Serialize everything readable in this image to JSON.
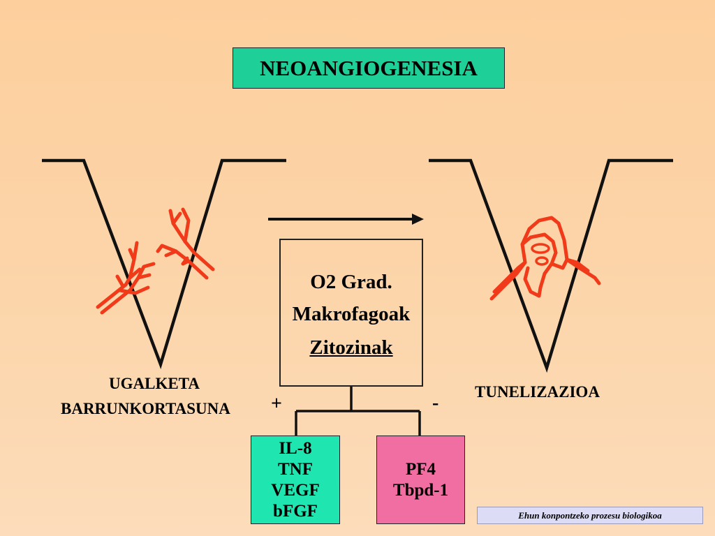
{
  "title": "NEOANGIOGENESIA",
  "factors": {
    "line1": "O2 Grad.",
    "line2": "Makrofagoak",
    "line3": "Zitozinak"
  },
  "left_label": {
    "line1": "UGALKETA",
    "line2": "BARRUNKORTASUNA"
  },
  "right_label": "TUNELIZAZIOA",
  "signs": {
    "plus": "+",
    "minus": "-"
  },
  "pro_angiogenic": [
    "IL-8",
    "TNF",
    "VEGF",
    "bFGF"
  ],
  "anti_angiogenic": [
    "PF4",
    "Tbpd-1"
  ],
  "footer": "Ehun konpontzeko prozesu biologikoa",
  "colors": {
    "background": "#fdcf9d",
    "title_box": "#1ecf98",
    "pro_box": "#1fe6b1",
    "anti_box": "#f06ea2",
    "vessel": "#f03a1a",
    "footer_box": "#dcdcf6"
  }
}
